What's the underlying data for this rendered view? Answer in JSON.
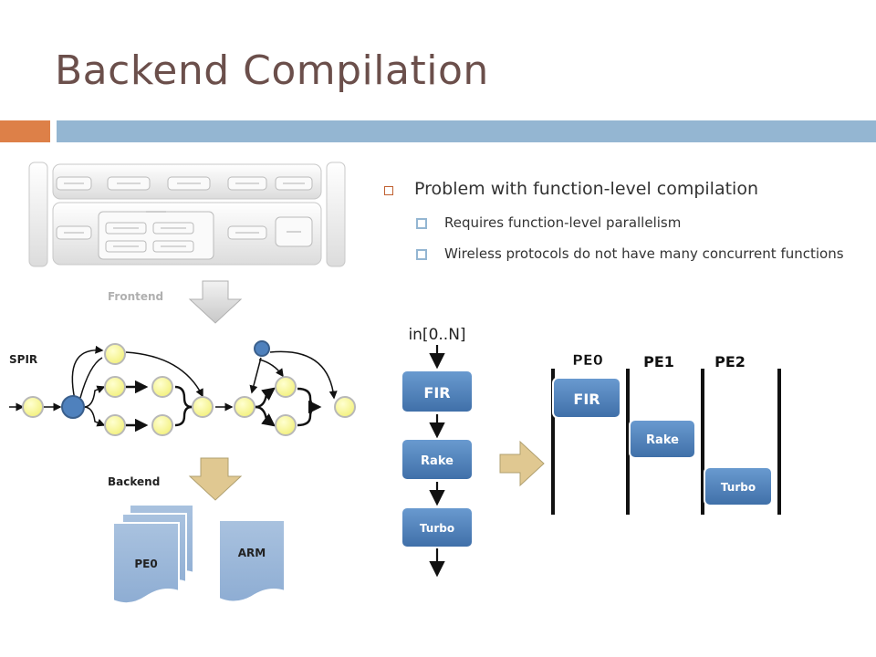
{
  "slide": {
    "title": "Backend Compilation",
    "bullet_main": "Problem with function-level compilation",
    "sub_bullets": [
      "Requires function-level parallelism",
      "Wireless protocols do not have many concurrent functions"
    ]
  },
  "left_diagram": {
    "frontend_label": "Frontend",
    "spir_label": "SPIR",
    "backend_label": "Backend",
    "pe0_doc": "PE0",
    "arm_doc": "ARM"
  },
  "right_diagram": {
    "input_label": "in[0..N]",
    "seq_blocks": [
      "FIR",
      "Rake",
      "Turbo"
    ],
    "pe_labels": [
      "PE0",
      "PE1",
      "PE2"
    ],
    "scheduled_blocks": [
      "FIR",
      "Rake",
      "Turbo"
    ]
  },
  "colors": {
    "title": "#6b4f4b",
    "accent_orange": "#dd8048",
    "accent_blue": "#94b6d2",
    "block_blue": "#4f81bd",
    "node_yellow": "#ffff99",
    "arrow_tan": "#e0c891"
  }
}
